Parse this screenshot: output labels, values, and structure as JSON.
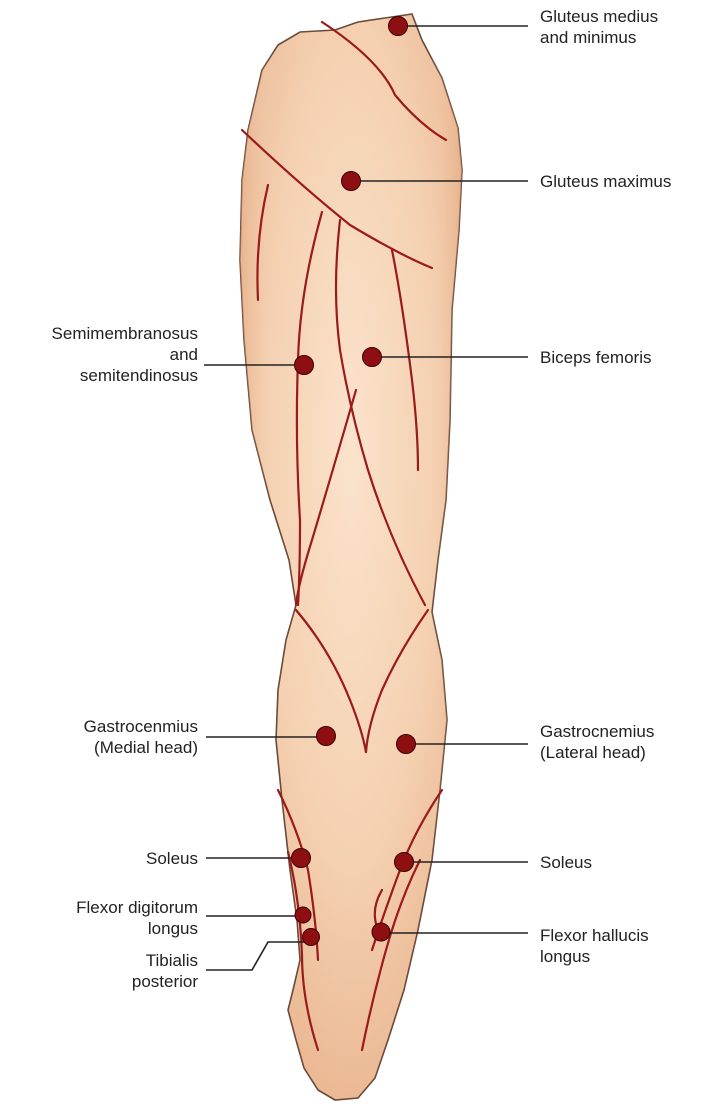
{
  "colors": {
    "skin": "#f6d4b6",
    "skin_edge": "#6b4a3a",
    "muscle_line": "#9b1a1a",
    "point_fill": "#8e0f12",
    "leader_line": "#222222"
  },
  "labels": {
    "gluteus_medius": [
      "Gluteus medius",
      "and minimus"
    ],
    "gluteus_maximus": [
      "Gluteus maximus"
    ],
    "semimembranosus": [
      "Semimembranosus",
      "and",
      "semitendinosus"
    ],
    "biceps_femoris": [
      "Biceps femoris"
    ],
    "gastrocnemius_medial": [
      "Gastrocenmius",
      "(Medial head)"
    ],
    "gastrocnemius_lateral": [
      "Gastrocnemius",
      "(Lateral head)"
    ],
    "soleus_left": [
      "Soleus"
    ],
    "soleus_right": [
      "Soleus"
    ],
    "flexor_digitorum": [
      "Flexor digitorum",
      "longus"
    ],
    "tibialis_posterior": [
      "Tibialis",
      "posterior"
    ],
    "flexor_hallucis": [
      "Flexor hallucis",
      "longus"
    ]
  }
}
